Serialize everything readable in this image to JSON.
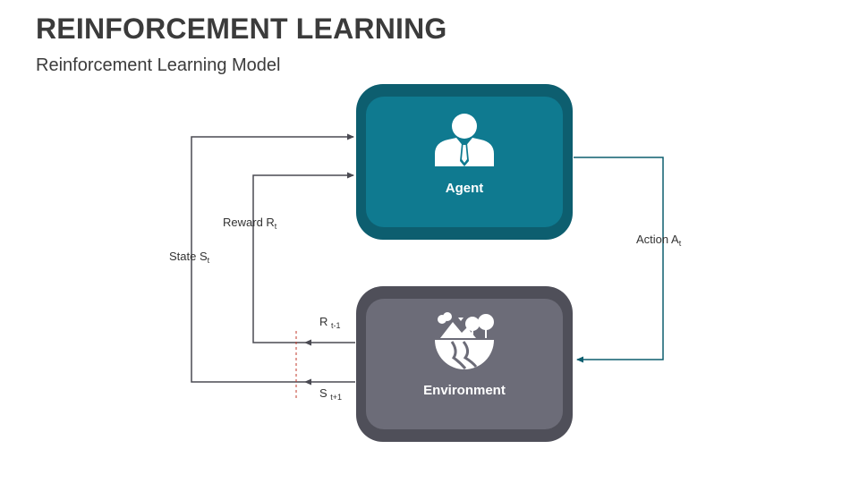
{
  "header": {
    "title": "REINFORCEMENT LEARNING",
    "subtitle": "Reinforcement Learning Model"
  },
  "agent": {
    "label": "Agent",
    "icon": "businessman-icon"
  },
  "environment": {
    "label": "Environment",
    "icon": "landscape-icon"
  },
  "labels": {
    "state": {
      "text": "State S",
      "sub": "t"
    },
    "reward": {
      "text": "Reward R",
      "sub": "t"
    },
    "action": {
      "text": "Action A",
      "sub": "t"
    },
    "reward_next": {
      "text": "R ",
      "sub": "t-1"
    },
    "state_next": {
      "text": "S ",
      "sub": "t+1"
    }
  },
  "colors": {
    "agent_outer": "#0d5e6f",
    "agent_inner": "#0f7a90",
    "env_outer": "#4f4f59",
    "env_inner": "#6c6c78",
    "arrow_gray": "#4a4a52",
    "arrow_teal": "#0d5e6f",
    "divider_red": "#c0392b"
  }
}
